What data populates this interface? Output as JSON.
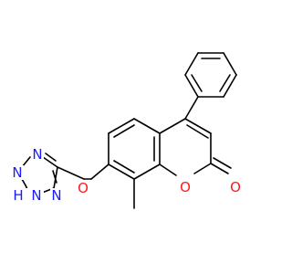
{
  "molecule": {
    "atoms": {
      "tetrazole_n1": {
        "label": "N",
        "color": "#1a1aff"
      },
      "tetrazole_n2": {
        "label": "N",
        "color": "#1a1aff"
      },
      "tetrazole_n3": {
        "label": "N",
        "color": "#1a1aff"
      },
      "tetrazole_nh_n": {
        "label": "N",
        "color": "#1a1aff"
      },
      "tetrazole_nh_h": {
        "label": "H",
        "color": "#1a1aff"
      },
      "ether_o": {
        "label": "O",
        "color": "#ff1a1a"
      },
      "ring_o": {
        "label": "O",
        "color": "#ff1a1a"
      },
      "carbonyl_o": {
        "label": "O",
        "color": "#ff1a1a"
      }
    },
    "colors": {
      "bond": "#000000",
      "nitrogen": "#1a1aff",
      "oxygen": "#ff1a1a",
      "background": "#ffffff"
    }
  }
}
